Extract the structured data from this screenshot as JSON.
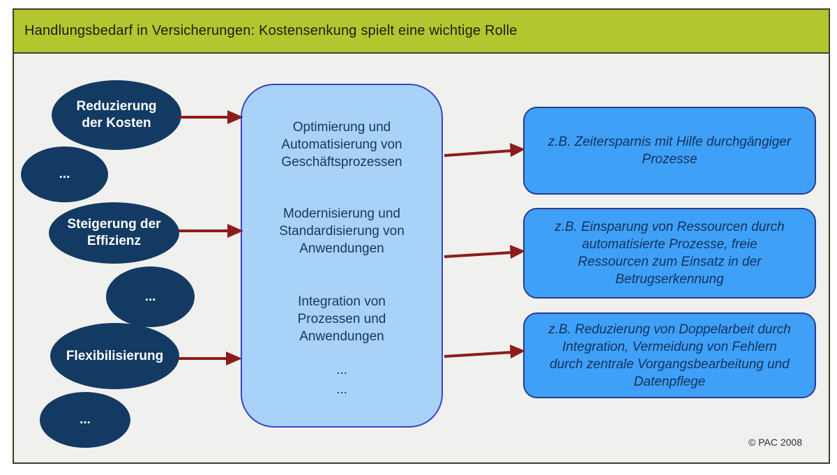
{
  "header": {
    "title": "Handlungsbedarf in Versicherungen: Kostensenkung spielt eine wichtige Rolle"
  },
  "diagram": {
    "drivers": [
      {
        "label": "Reduzierung der Kosten"
      },
      {
        "label": "..."
      },
      {
        "label": "Steigerung der Effizienz"
      },
      {
        "label": "..."
      },
      {
        "label": "Flexibilisierung"
      },
      {
        "label": "..."
      }
    ],
    "measures": [
      {
        "label": "Optimierung und Automatisierung von Geschäftsprozessen"
      },
      {
        "label": "Modernisierung und Standardisierung von Anwendungen"
      },
      {
        "label": "Integration von Prozessen und Anwendungen"
      },
      {
        "label": "..."
      },
      {
        "label": "..."
      }
    ],
    "benefits": [
      {
        "label": "z.B. Zeitersparnis mit Hilfe durchgängiger Prozesse"
      },
      {
        "label": "z.B. Einsparung von Ressourcen durch automatisierte Prozesse, freie Ressourcen zum Einsatz in der Betrugserkennung"
      },
      {
        "label": "z.B. Reduzierung von Doppelarbeit durch Integration, Vermeidung von Fehlern durch zentrale Vorgangsbearbeitung und Datenpflege"
      }
    ],
    "colors": {
      "header_bg": "#b3c62f",
      "frame_border": "#3e3e2b",
      "content_bg": "#f0f0ee",
      "driver_ellipse": "#133a63",
      "measures_fill": "#a9d2f8",
      "measures_border": "#3d43c6",
      "benefit_fill": "#3fa0f8",
      "benefit_border": "#2b3c8f",
      "arrow": "#8e1b1b",
      "text_navy": "#17375e"
    }
  },
  "footer": {
    "copyright": "© PAC 2008"
  }
}
